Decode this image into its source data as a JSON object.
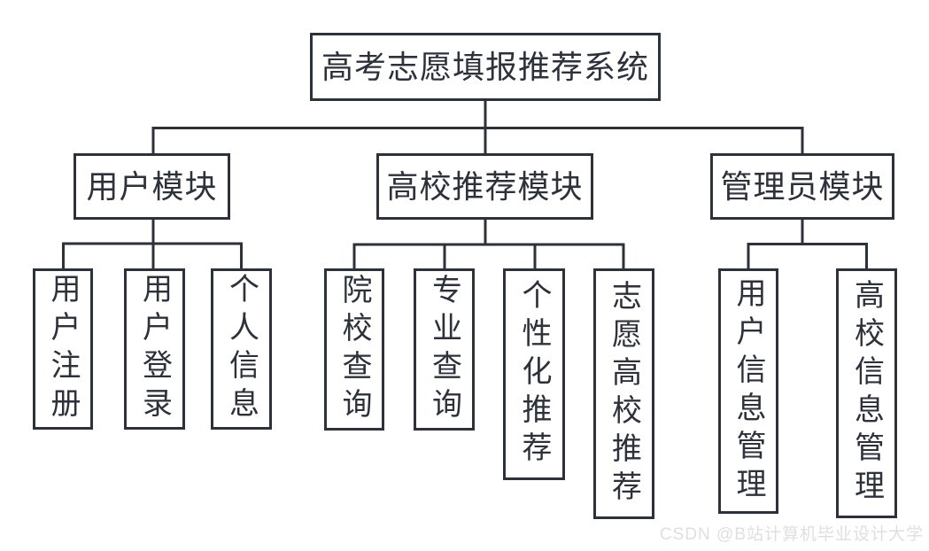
{
  "diagram": {
    "root": {
      "label": "高考志愿填报推荐系统"
    },
    "modules": [
      {
        "label": "用户模块",
        "children": [
          {
            "label": "用户注册"
          },
          {
            "label": "用户登录"
          },
          {
            "label": "个人信息"
          }
        ]
      },
      {
        "label": "高校推荐模块",
        "children": [
          {
            "label": "院校查询"
          },
          {
            "label": "专业查询"
          },
          {
            "label": "个性化推荐"
          },
          {
            "label": "志愿高校推荐"
          }
        ]
      },
      {
        "label": "管理员模块",
        "children": [
          {
            "label": "用户信息管理"
          },
          {
            "label": "高校信息管理"
          }
        ]
      }
    ]
  },
  "watermark": {
    "text": "CSDN @B站计算机毕业设计大学"
  },
  "colors": {
    "line": "#2c313a",
    "text": "#2c313a",
    "background": "#ffffff",
    "watermark": "#dfdfdf"
  }
}
